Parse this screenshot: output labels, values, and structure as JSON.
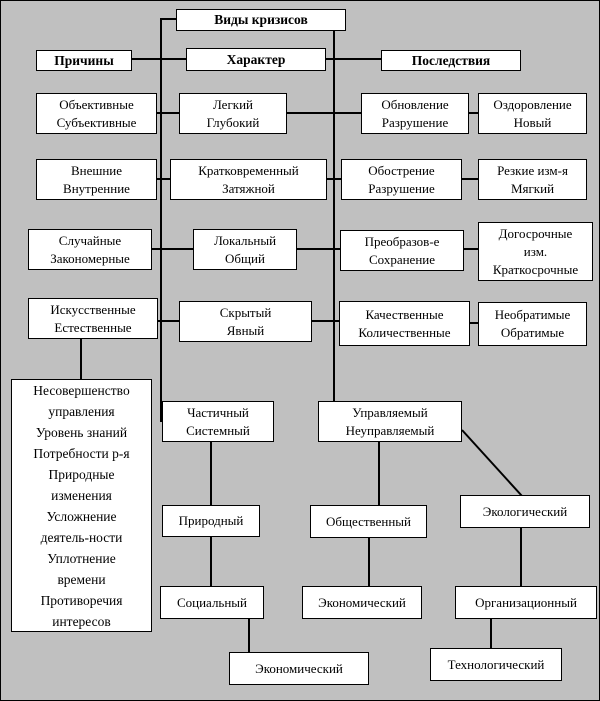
{
  "colors": {
    "background": "#c0c0c0",
    "box_background": "#ffffff",
    "line": "#000000",
    "text": "#000000"
  },
  "nodes": {
    "title": "Виды кризисов",
    "causes": "Причины",
    "character": "Характер",
    "consequences": "Последствия",
    "objective_subjective": "Объективные\nСубъективные",
    "external_internal": "Внешние\nВнутренние",
    "random_regular": "Случайные\nЗакономерные",
    "artificial_natural": "Искусственные\nЕстественные",
    "causes_list": "Несовершенство\nуправления\nУровень знаний\nПотребности р-я\nПриродные\nизменения\nУсложнение\nдеятель-ности\nУплотнение\nвремени\nПротиворечия\nинтересов",
    "light_deep": "Легкий\nГлубокий",
    "short_prolonged": "Кратковременный\nЗатяжной",
    "local_general": "Локальный\nОбщий",
    "hidden_evident": "Скрытый\nЯвный",
    "partial_systemic": "Частичный\nСистемный",
    "natural": "Природный",
    "social": "Социальный",
    "economic_center": "Экономический",
    "renewal_destruction": "Обновление\nРазрушение",
    "aggravation_destruction": "Обострение\nРазрушение",
    "transformation_preservation": "Преобразов-е\nСохранение",
    "qualitative_quantitative": "Качественные\nКоличественные",
    "managed_unmanaged": "Управляемый\nНеуправляемый",
    "public": "Общественный",
    "economic_right": "Экономический",
    "recovery_new": "Оздоровление\nНовый",
    "sharp_mild": "Резкие изм-я\nМягкий",
    "longterm_shortterm": "Догосрочные\nизм.\nКраткосрочные",
    "irreversible_reversible": "Необратимые\nОбратимые",
    "ecological": "Экологический",
    "organizational": "Организационный",
    "technological": "Технологический"
  }
}
